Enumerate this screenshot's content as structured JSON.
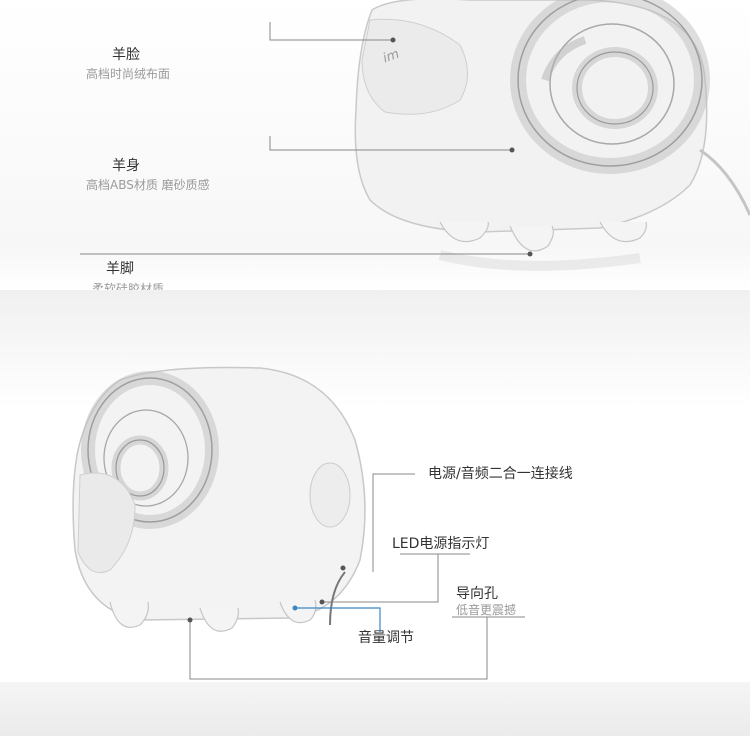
{
  "top_section": {
    "face": {
      "title": "羊脸",
      "desc": "高档时尚绒布面"
    },
    "body": {
      "title": "羊身",
      "desc": "高档ABS材质 磨砂质感"
    },
    "feet": {
      "title": "羊脚",
      "desc": "柔软硅胶材质"
    }
  },
  "bottom_section": {
    "power_cable": "电源/音频二合一连接线",
    "led": "LED电源指示灯",
    "guide_hole": {
      "title": "导向孔",
      "desc": "低音更震撼"
    },
    "volume": "音量调节"
  },
  "logo_text": "im"
}
